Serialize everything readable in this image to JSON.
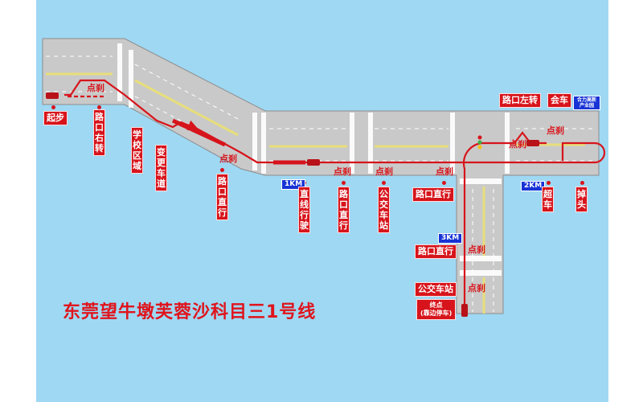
{
  "title": "东莞望牛墩芙蓉沙科目三1号线",
  "colors": {
    "background": "#9fd8f3",
    "road": "#c9c9c9",
    "route": "#d7141b",
    "center_line": "#e8de7a",
    "km_marker": "#1733d6"
  },
  "landmark": {
    "line1": "合力高新",
    "line2": "产业园"
  },
  "km_markers": [
    {
      "id": "km1",
      "label": "1KM"
    },
    {
      "id": "km2",
      "label": "2KM"
    },
    {
      "id": "km3",
      "label": "3KM"
    }
  ],
  "stations": [
    {
      "id": "start",
      "label": "起步"
    },
    {
      "id": "right_turn",
      "label": "路口右转"
    },
    {
      "id": "school_zone",
      "label": "学校区域"
    },
    {
      "id": "lane_change",
      "label": "变更车道"
    },
    {
      "id": "straight_1",
      "label": "路口直行"
    },
    {
      "id": "straight_drive",
      "label": "直线行驶"
    },
    {
      "id": "straight_2",
      "label": "路口直行"
    },
    {
      "id": "bus_stop_1",
      "label": "公交车站"
    },
    {
      "id": "straight_3",
      "label": "路口直行"
    },
    {
      "id": "left_turn",
      "label": "路口左转"
    },
    {
      "id": "meet_car",
      "label": "会车"
    },
    {
      "id": "overtake",
      "label": "超车"
    },
    {
      "id": "u_turn",
      "label": "掉头"
    },
    {
      "id": "straight_4",
      "label": "路口直行"
    },
    {
      "id": "bus_stop_2",
      "label": "公交车站"
    },
    {
      "id": "end",
      "label": "终点",
      "sub": "(靠边停车)"
    }
  ],
  "brake_label": "点刹"
}
